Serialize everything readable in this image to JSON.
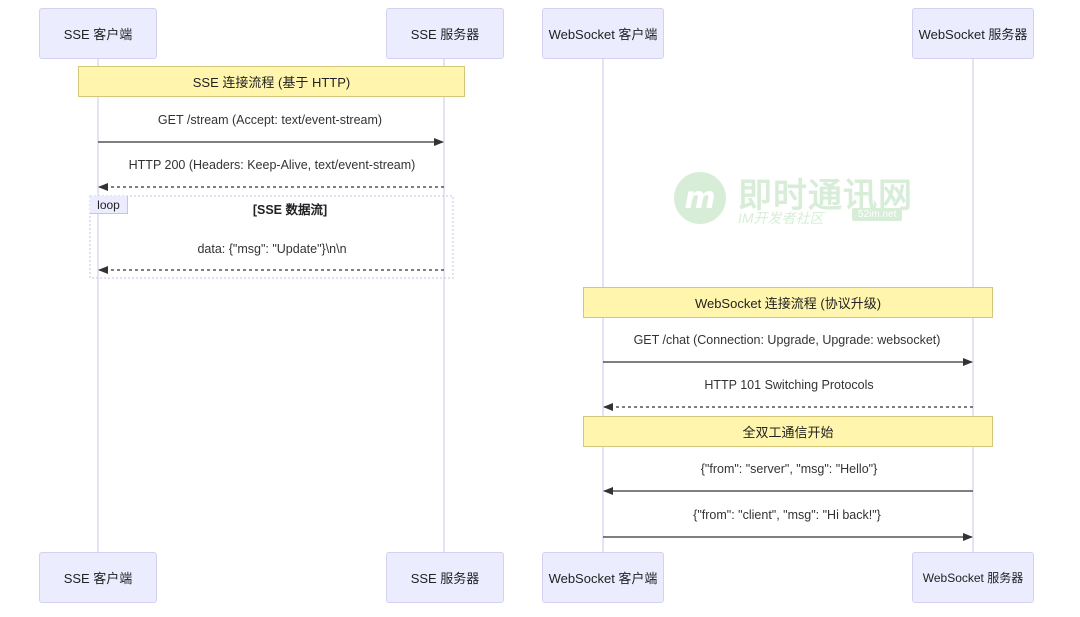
{
  "actors": {
    "sse_client": "SSE 客户端",
    "sse_server": "SSE 服务器",
    "ws_client": "WebSocket 客户端",
    "ws_server": "WebSocket 服务器"
  },
  "sse": {
    "note_title": "SSE 连接流程 (基于 HTTP)",
    "msg_request": "GET /stream (Accept: text/event-stream)",
    "msg_response": "HTTP 200 (Headers: Keep-Alive, text/event-stream)",
    "loop_tag": "loop",
    "loop_label": "[SSE 数据流]",
    "msg_data": "data: {\"msg\": \"Update\"}\\n\\n"
  },
  "ws": {
    "note_title": "WebSocket 连接流程 (协议升级)",
    "msg_upgrade": "GET /chat (Connection: Upgrade, Upgrade: websocket)",
    "msg_switch": "HTTP 101 Switching Protocols",
    "note_duplex": "全双工通信开始",
    "msg_server": "{\"from\": \"server\", \"msg\": \"Hello\"}",
    "msg_client": "{\"from\": \"client\", \"msg\": \"Hi back!\"}"
  },
  "watermark": {
    "title": "即时通讯网",
    "subtitle": "IM开发者社区",
    "domain": "52im.net",
    "color": "#4caf50"
  },
  "colors": {
    "actor_fill": "#ececff",
    "note_fill": "#fff5ad",
    "lifeline": "#d7d2f2",
    "arrow": "#333333"
  }
}
